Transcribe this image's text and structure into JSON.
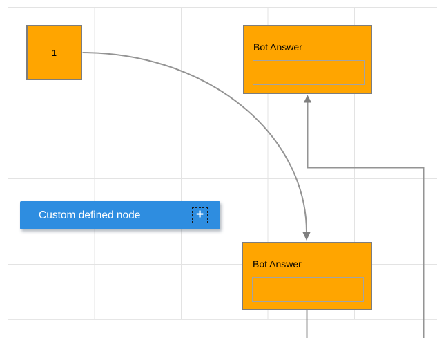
{
  "canvas": {
    "background": "#ffffff",
    "grid_color": "#e3e3e3"
  },
  "nodes": {
    "start": {
      "label": "1",
      "fill": "#FFA500"
    },
    "bot_answer_top": {
      "title": "Bot Answer",
      "field_value": "",
      "fill": "#FFA500"
    },
    "bot_answer_bottom": {
      "title": "Bot Answer",
      "field_value": "",
      "fill": "#FFA500"
    }
  },
  "palette": {
    "custom_node_label": "Custom defined node",
    "add_button_glyph": "+",
    "fill": "#2E8DE0",
    "text_color": "#ffffff"
  },
  "connectors": {
    "color": "#949494",
    "arrow_color": "#7f7f7f",
    "curved": {
      "from": "start-node",
      "to": "bot-answer-node-bottom"
    },
    "orthogonal": {
      "from": "bot-answer-node-bottom",
      "to": "bot-answer-node-top"
    }
  }
}
